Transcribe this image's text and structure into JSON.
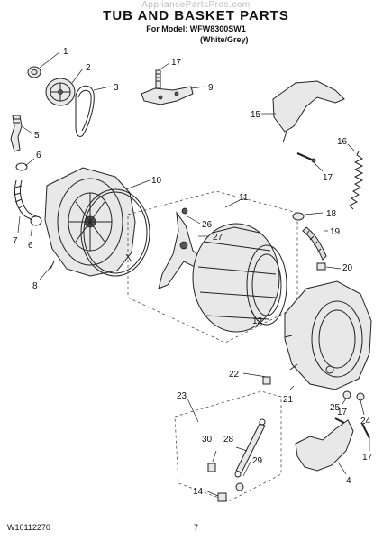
{
  "header": {
    "watermark": "AppliancePartsPros.com",
    "title": "TUB AND BASKET PARTS",
    "model_line": "For Model: WFW8300SW1",
    "color_line": "(White/Grey)"
  },
  "footer": {
    "doc_number": "W10112270",
    "page_number": "7"
  },
  "callouts": [
    "1",
    "2",
    "3",
    "4",
    "5",
    "6",
    "6",
    "7",
    "8",
    "9",
    "10",
    "11",
    "12",
    "14",
    "15",
    "16",
    "17",
    "17",
    "17",
    "17",
    "18",
    "19",
    "20",
    "21",
    "22",
    "23",
    "24",
    "25",
    "26",
    "27",
    "28",
    "29",
    "30"
  ]
}
